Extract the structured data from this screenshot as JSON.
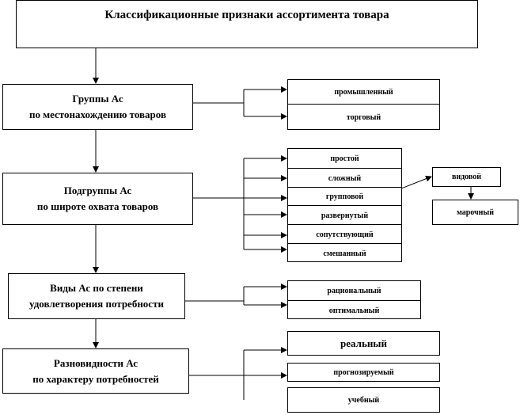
{
  "title": "Классификационные признаки ассортимента товара",
  "levels": [
    {
      "line1": "Группы Ас",
      "line2": "по местонахождению товаров",
      "items": [
        "промышленный",
        "торговый"
      ]
    },
    {
      "line1": "Подгруппы Ас",
      "line2": "по широте охвата товаров",
      "items": [
        "простой",
        "сложный",
        "групповой",
        "развернутый",
        "сопутствующий",
        "смешанный"
      ]
    },
    {
      "line1": "Виды Ас по степени",
      "line2": "удовлетворения потребности",
      "items": [
        "рациональный",
        "оптимальный"
      ]
    },
    {
      "line1": "Разновидности Ас",
      "line2": "по характеру потребностей",
      "items": [
        "реальный",
        "прогнозируемый",
        "учебный"
      ]
    }
  ],
  "group_subtypes": [
    "видовой",
    "марочный"
  ]
}
